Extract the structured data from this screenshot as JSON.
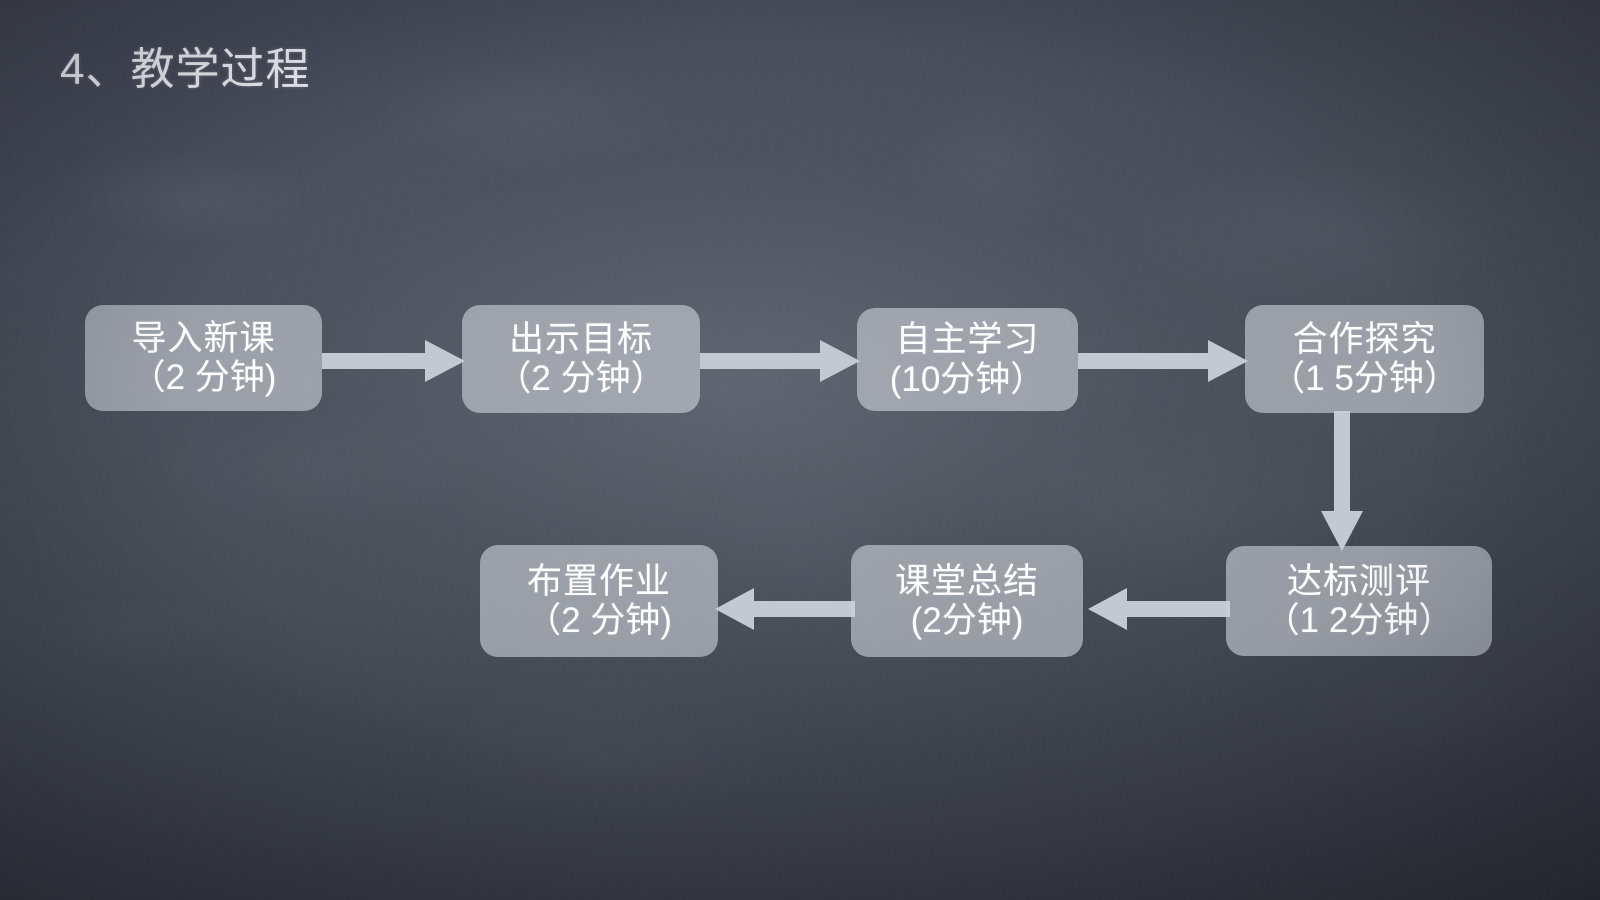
{
  "slide": {
    "title": "4、教学过程",
    "background_color": "#474c58",
    "node_fill_color": "#cbd0d8",
    "node_text_color": "#ffffff",
    "arrow_color": "#c3c8d1"
  },
  "flow": {
    "nodes": [
      {
        "id": "daoru-xinke",
        "line1": "导入新课",
        "line2": "（2 分钟)"
      },
      {
        "id": "chushi-mubiao",
        "line1": "出示目标",
        "line2": "（2 分钟）"
      },
      {
        "id": "zizhu-xuexi",
        "line1": "自主学习",
        "line2": "(10分钟）"
      },
      {
        "id": "hezuo-tanjiu",
        "line1": "合作探究",
        "line2": "（1 5分钟）"
      },
      {
        "id": "dabiao-ceping",
        "line1": "达标测评",
        "line2": "（1 2分钟）"
      },
      {
        "id": "ketang-zongjie",
        "line1": "课堂总结",
        "line2": "(2分钟)"
      },
      {
        "id": "buzhi-zuoye",
        "line1": "布置作业",
        "line2": "（2 分钟)"
      }
    ],
    "arrows": [
      {
        "id": "arrow-daoru-to-chushi",
        "direction": "right"
      },
      {
        "id": "arrow-chushi-to-zizhu",
        "direction": "right"
      },
      {
        "id": "arrow-zizhu-to-hezuo",
        "direction": "right"
      },
      {
        "id": "arrow-hezuo-to-dabiao",
        "direction": "down"
      },
      {
        "id": "arrow-dabiao-to-ketang",
        "direction": "left"
      },
      {
        "id": "arrow-ketang-to-buzhi",
        "direction": "left"
      }
    ]
  }
}
